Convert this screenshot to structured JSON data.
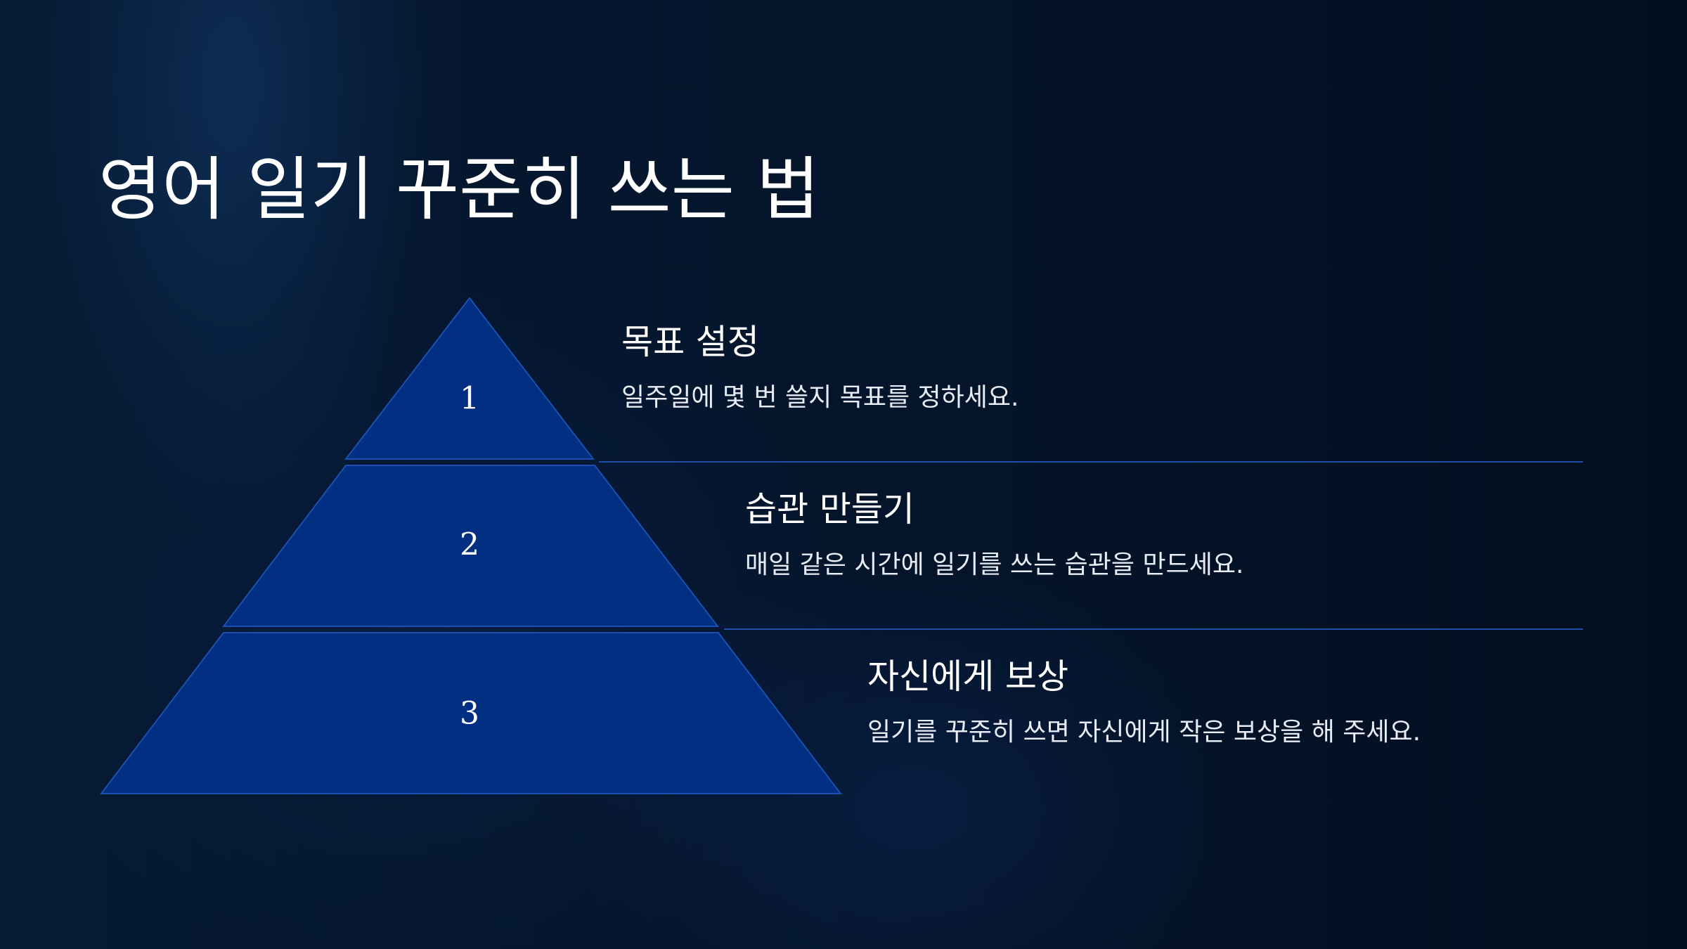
{
  "slide": {
    "title": "영어 일기 꾸준히 쓰는 법"
  },
  "steps": [
    {
      "number": "1",
      "heading": "목표 설정",
      "description": "일주일에 몇 번 쓸지 목표를 정하세요."
    },
    {
      "number": "2",
      "heading": "습관 만들기",
      "description": "매일 같은 시간에 일기를 쓰는 습관을 만드세요."
    },
    {
      "number": "3",
      "heading": "자신에게 보상",
      "description": "일기를 꾸준히 쓰면 자신에게 작은 보상을 해 주세요."
    }
  ],
  "colors": {
    "tier_fill": "#032f82",
    "tier_stroke": "#1b4fb0",
    "divider": "#1f4fa8",
    "background": "#04142a"
  }
}
